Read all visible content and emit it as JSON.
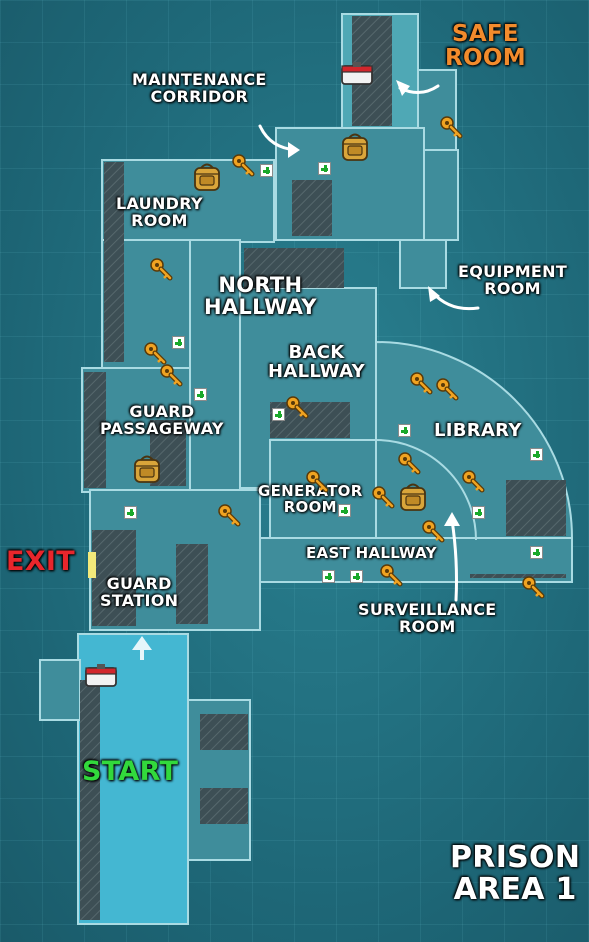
{
  "map_title": {
    "line1": "PRISON",
    "line2": "AREA 1"
  },
  "colors": {
    "safe": "#f28b2c",
    "exit": "#e8262c",
    "start": "#32d93c",
    "label": "#ffffff",
    "water": "#2a8191"
  },
  "labels": {
    "safe_room": {
      "line1": "SAFE",
      "line2": "ROOM"
    },
    "maintenance_corridor": {
      "line1": "MAINTENANCE",
      "line2": "CORRIDOR"
    },
    "laundry_room": {
      "line1": "LAUNDRY",
      "line2": "ROOM"
    },
    "north_hallway": {
      "line1": "NORTH",
      "line2": "HALLWAY"
    },
    "equipment_room": {
      "line1": "EQUIPMENT",
      "line2": "ROOM"
    },
    "back_hallway": {
      "line1": "BACK",
      "line2": "HALLWAY"
    },
    "guard_passageway": {
      "line1": "GUARD",
      "line2": "PASSAGEWAY"
    },
    "library": "LIBRARY",
    "generator_room": {
      "line1": "GENERATOR",
      "line2": "ROOM"
    },
    "east_hallway": "EAST HALLWAY",
    "exit": "EXIT",
    "guard_station": {
      "line1": "GUARD",
      "line2": "STATION"
    },
    "surveillance_room": {
      "line1": "SURVEILLANCE",
      "line2": "ROOM"
    },
    "start": "START"
  },
  "icons": {
    "key": "key-icon",
    "backpack": "backpack-icon",
    "medkit": "health-cross-icon",
    "supply_box": "supply-box-icon",
    "arrow": "arrow-up-icon"
  }
}
